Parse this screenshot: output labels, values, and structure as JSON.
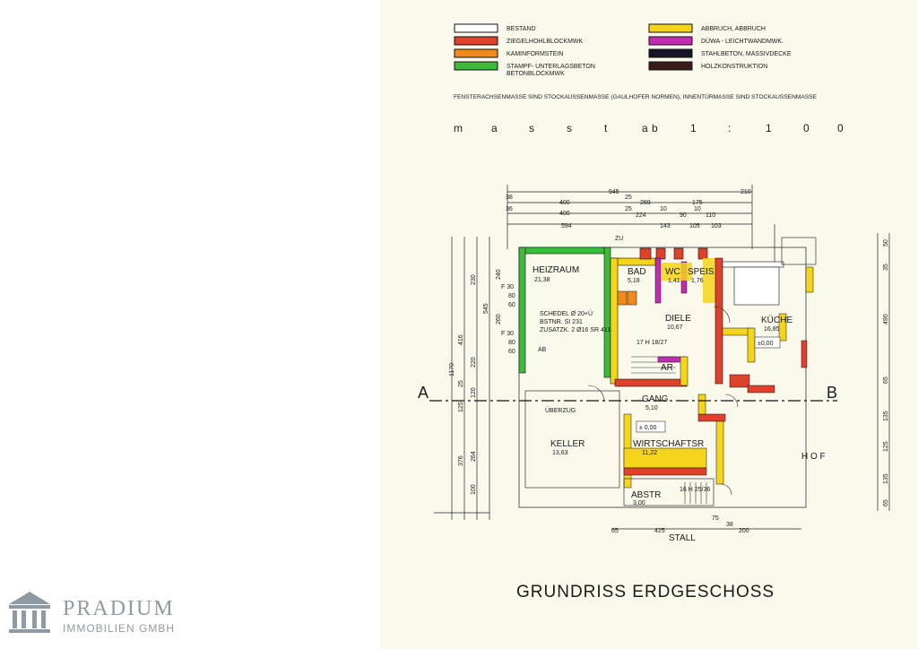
{
  "legend": {
    "items": [
      {
        "label": "BESTAND",
        "color": "#ffffff"
      },
      {
        "label": "ZIEGELHOHLBLOCKMWK",
        "color": "#e0412b"
      },
      {
        "label": "KAMINFORMSTEIN",
        "color": "#f08a1c"
      },
      {
        "label": "STAMPF- UNTERLAGSBETON",
        "label2": "BETONBLOCKMWK",
        "color": "#3dbb3a"
      },
      {
        "label": "ABBRUCH, ABBRUCH",
        "color": "#f4d51b"
      },
      {
        "label": "DÜWA - LEICHTWANDMWK.",
        "color": "#c42bb4"
      },
      {
        "label": "STAHLBETON, MASSIVDECKE",
        "color": "#15152a"
      },
      {
        "label": "HOLZKONSTRUKTION",
        "color": "#3a1b1b"
      }
    ]
  },
  "note": "FENSTERACHSENMASSE SIND STOCKAUSSENMASSE (GAULHOFER NORMEN), INNENTÜRMASSE SIND STOCKAUSSENMASSE",
  "scale": {
    "letters": [
      "m",
      "a",
      "s",
      "s",
      "t",
      "a",
      "b",
      "1",
      ":",
      "1",
      "0",
      "0"
    ]
  },
  "rooms": {
    "heizraum": {
      "name": "HEIZRAUM",
      "area": "21,38"
    },
    "bad": {
      "name": "BAD",
      "area": "5,18"
    },
    "wc": {
      "name": "WC",
      "area": "1,41"
    },
    "speis": {
      "name": "SPEIS",
      "area": "1,76"
    },
    "diele": {
      "name": "DIELE",
      "area": "10,67"
    },
    "kueche": {
      "name": "KÜCHE",
      "area": "16,85"
    },
    "ar": {
      "name": "AR",
      "area": ""
    },
    "gang": {
      "name": "GANG",
      "area": "5,10"
    },
    "keller": {
      "name": "KELLER",
      "area": "13,63"
    },
    "wirtschaftsr": {
      "name": "WIRTSCHAFTSR",
      "area": "11,22"
    },
    "abstr": {
      "name": "ABSTR",
      "area": "3,00"
    },
    "hof": {
      "name": "H   O   F"
    },
    "stall": {
      "name": "STALL"
    }
  },
  "annotations": {
    "schedel": "SCHEDEL Ø 20+Ü",
    "bstnr": "BSTNR. SI 231",
    "zusatzk": "ZUSATZK. 2 Ø16 SR 411",
    "ab": "AB",
    "ueberzug": "ÜBERZUG",
    "zu": "ZU",
    "level_kueche": "±0,00",
    "level_gang": "± 0,00",
    "stairs_top": "17 H 18/27",
    "stairs_bottom": "16 H 25/36",
    "section_a": "A",
    "section_b": "B"
  },
  "dimensions": {
    "top": [
      "945",
      "210",
      "38",
      "400",
      "25",
      "269",
      "175",
      "36",
      "400",
      "25",
      "224",
      "10",
      "90",
      "10",
      "110",
      "594",
      "143",
      "105",
      "103"
    ],
    "left": [
      "1170",
      "F 30",
      "80",
      "60",
      "F 30",
      "80",
      "60",
      "240",
      "230",
      "545",
      "260",
      "416",
      "220",
      "25",
      "120",
      "125",
      "376",
      "264",
      "100"
    ],
    "right": [
      "50",
      "35",
      "490",
      "65",
      "135",
      "125",
      "135",
      "65"
    ],
    "bottom": [
      "65",
      "425",
      "75",
      "38",
      "200"
    ]
  },
  "title": "GRUNDRISS ERDGESCHOSS",
  "logo": {
    "name": "PRADIUM",
    "subtitle": "IMMOBILIEN GMBH"
  }
}
